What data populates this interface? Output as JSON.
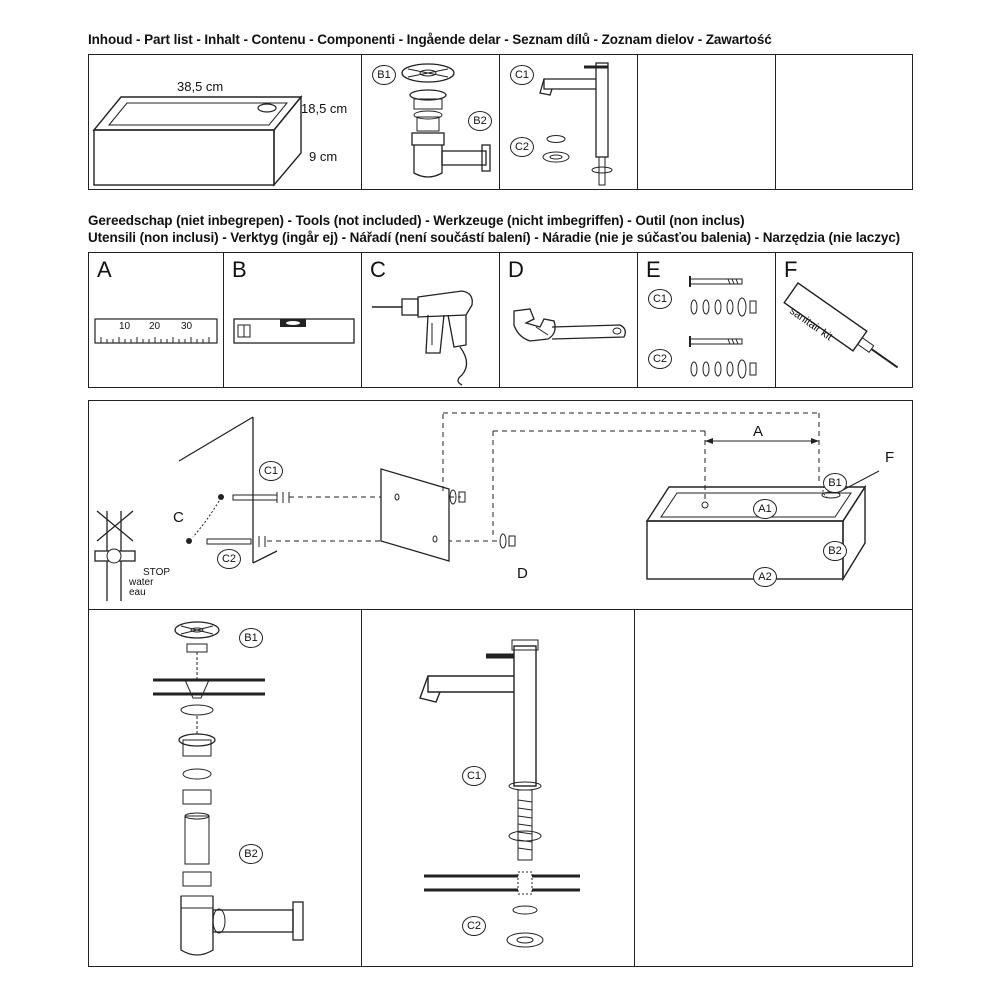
{
  "parts_header": "Inhoud - Part list - Inhalt - Contenu - Componenti - Ingående delar - Seznam dílů - Zoznam dielov - Zawartość",
  "tools_header_line1": "Gereedschap (niet inbegrepen) - Tools (not included) -  Werkzeuge (nicht imbegriffen) - Outil (non inclus)",
  "tools_header_line2": "Utensili (non inclusi) - Verktyg (ingår ej) - Nářadí (není součástí balení) - Náradie (nie je súčasťou balenia) - Narzędzia (nie laczyc)",
  "parts": {
    "basin": {
      "width": "38,5 cm",
      "depth": "18,5 cm",
      "height": "9 cm"
    },
    "drain_labels": [
      "B1",
      "B2"
    ],
    "tap_labels": [
      "C1",
      "C2"
    ]
  },
  "tools": [
    {
      "letter": "A",
      "name": "ruler-icon",
      "ticks": [
        "10",
        "20",
        "30"
      ]
    },
    {
      "letter": "B",
      "name": "spirit-level-icon"
    },
    {
      "letter": "C",
      "name": "drill-icon"
    },
    {
      "letter": "D",
      "name": "wrench-icon"
    },
    {
      "letter": "E",
      "name": "fixing-kit-icon",
      "labels": [
        "C1",
        "C2"
      ]
    },
    {
      "letter": "F",
      "name": "sealant-tube-icon",
      "text": "sanitair kit"
    }
  ],
  "mounting": {
    "labels": [
      "C",
      "C1",
      "C2",
      "D",
      "A",
      "F",
      "B1",
      "A1",
      "B2",
      "A2"
    ],
    "stop_text": [
      "STOP",
      "water",
      "eau"
    ]
  },
  "assembly": {
    "drain_labels": [
      "B1",
      "B2"
    ],
    "tap_labels": [
      "C1",
      "C2"
    ]
  }
}
